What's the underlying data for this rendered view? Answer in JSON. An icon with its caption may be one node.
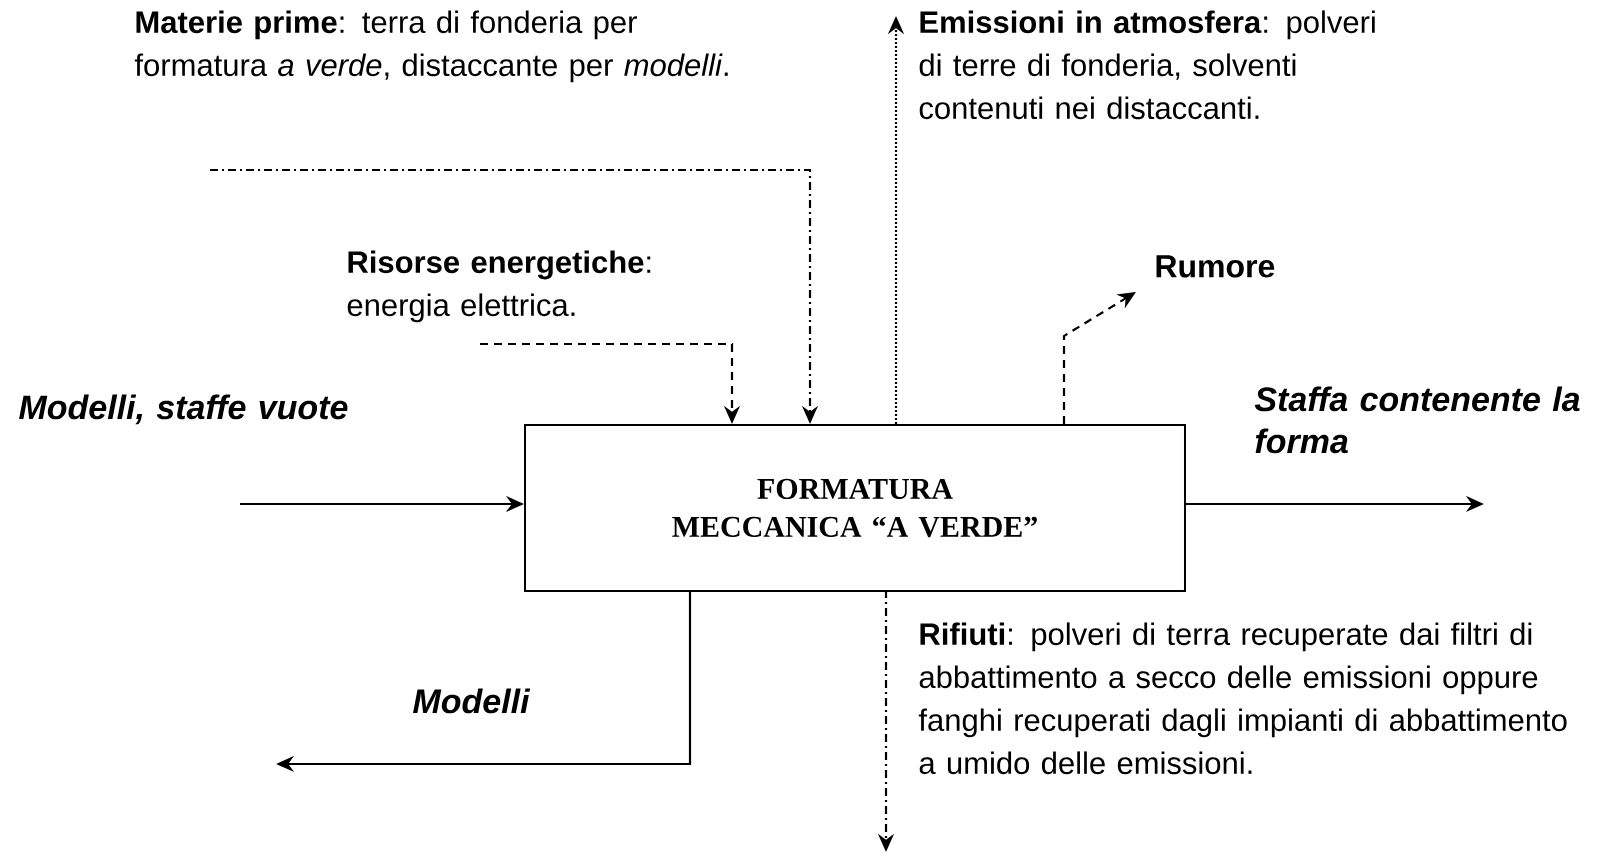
{
  "diagram": {
    "nodes": [
      {
        "text": [
          "FORMATURA MECCANICA “A VERDE”"
        ]
      },
      {
        "text": [
          "**Materie prime**: terra di fonderia per formatura *a verde*, distaccante per *modelli*."
        ]
      },
      {
        "text": [
          "**Risorse energetiche**: energia elettrica."
        ]
      },
      {
        "text": [
          "**Emissioni in atmosfera**: polveri di terre di fonderia, solventi contenuti nei distaccanti."
        ]
      },
      {
        "text": [
          "Rumore"
        ]
      },
      {
        "text": [
          "**Rifiuti**: polveri di terra recuperate dai filtri di abbattimento a secco delle emissioni oppure fanghi recuperati dagli impianti di abbattimento a umido delle emissioni."
        ]
      }
    ],
    "edges": [
      {
        "from": 1,
        "to": 0,
        "arrow": "to",
        "style": "dashed"
      },
      {
        "from": 2,
        "to": 0,
        "arrow": "to",
        "style": "dashed"
      },
      {
        "from": 0,
        "to": 3,
        "arrow": "to",
        "style": "dashed"
      },
      {
        "from": 0,
        "to": 4,
        "arrow": "to",
        "style": "dashed"
      },
      {
        "from": null,
        "to": 0,
        "arrow": "to",
        "label": "Modelli, staffe vuote"
      },
      {
        "from": 0,
        "to": null,
        "arrow": "to",
        "label": "Staffa contenente la forma"
      },
      {
        "from": 0,
        "to": null,
        "arrow": "to",
        "label": "Modelli"
      },
      {
        "from": 0,
        "to": 5,
        "arrow": "to",
        "style": "dashed"
      }
    ]
  }
}
